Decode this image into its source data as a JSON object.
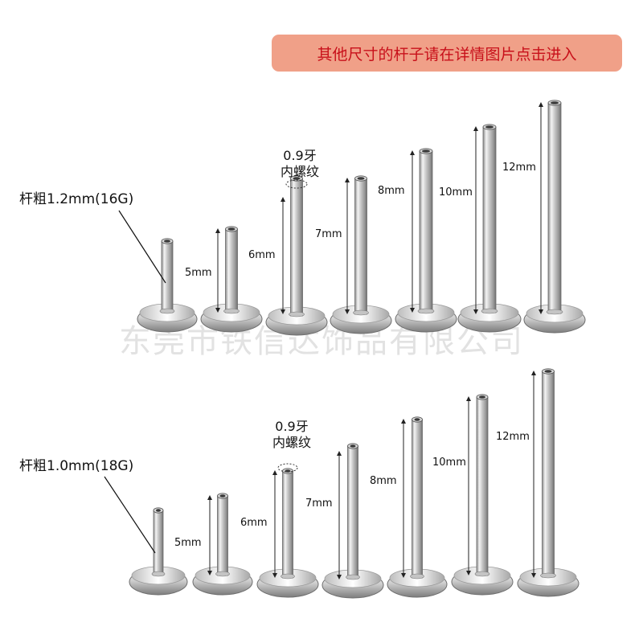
{
  "banner": {
    "text": "其他尺寸的杆子请在详情图片点击进入",
    "background": "#f0a088",
    "color": "#c8101a"
  },
  "watermark": "东莞市铁信达饰品有限公司",
  "rows": [
    {
      "gauge_label": "杆粗1.2mm(16G)",
      "thread_note": {
        "line1": "0.9牙",
        "line2": "内螺纹"
      },
      "lengths": [
        "5mm",
        "6mm",
        "7mm",
        "8mm",
        "10mm",
        "12mm"
      ]
    },
    {
      "gauge_label": "杆粗1.0mm(18G)",
      "thread_note": {
        "line1": "0.9牙",
        "line2": "内螺纹"
      },
      "lengths": [
        "5mm",
        "6mm",
        "7mm",
        "8mm",
        "10mm",
        "12mm"
      ]
    }
  ],
  "colors": {
    "metal_light": "#f2f2f2",
    "metal_dark": "#8a8a8a",
    "text": "#111111"
  },
  "icons": [
    "labret-stud-icon",
    "dimension-arrow-icon",
    "leader-line-icon"
  ]
}
